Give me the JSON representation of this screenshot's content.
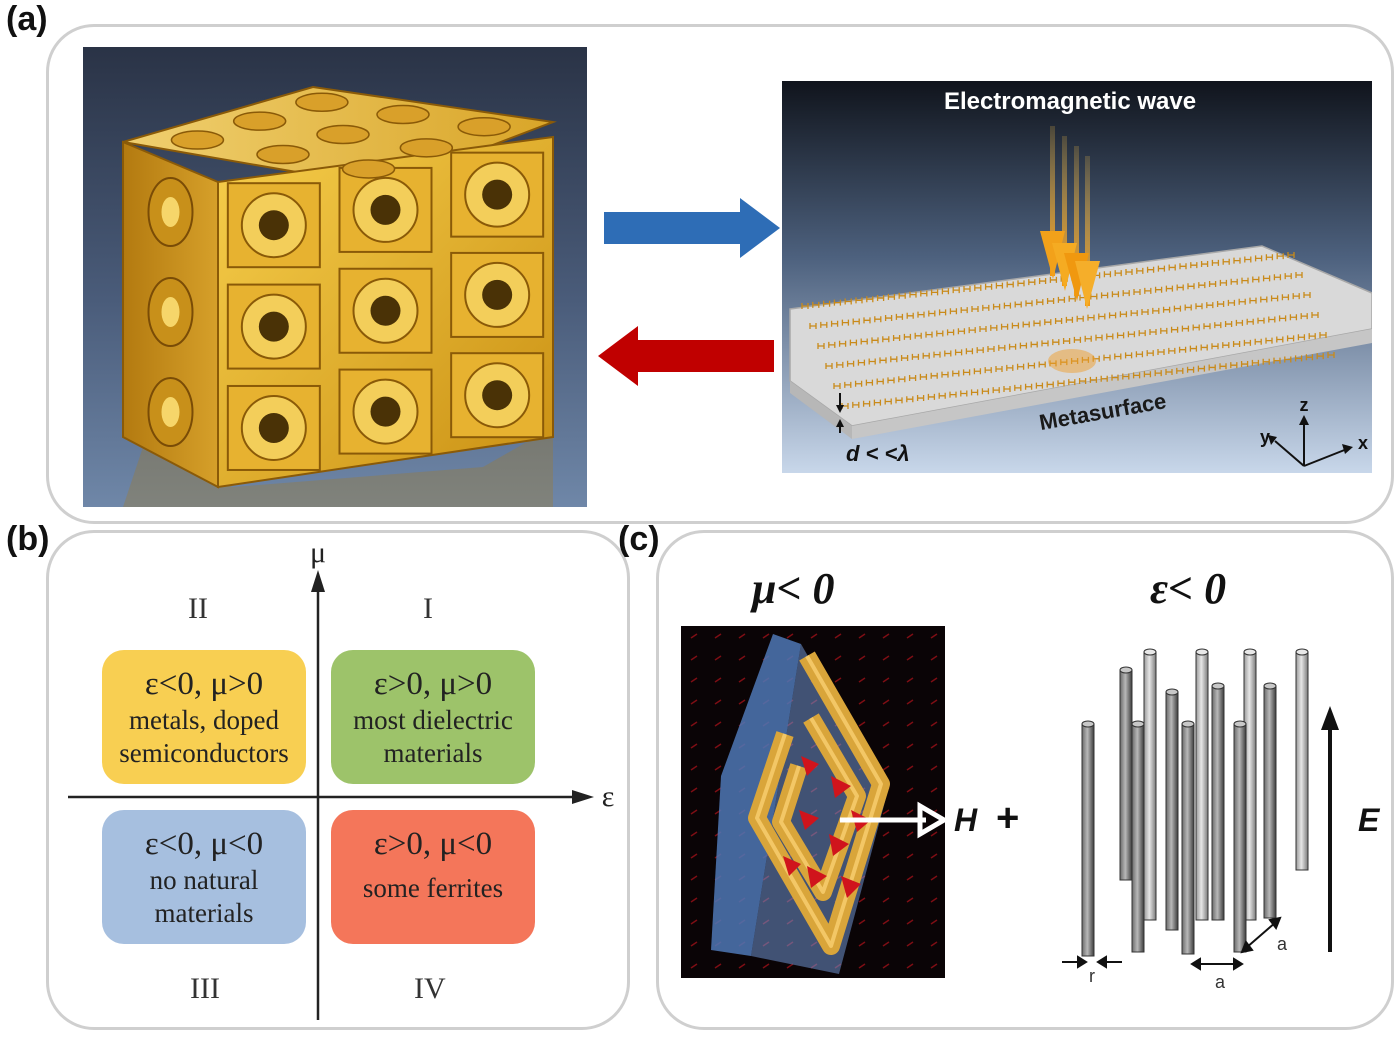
{
  "panel_a": {
    "label": "(a)",
    "wave_title": "Electromagnetic wave",
    "metasurface_label": "Metasurface",
    "thickness_label": "d < <λ",
    "axes": {
      "z": "z",
      "y": "y",
      "x": "x"
    },
    "colors": {
      "forward_arrow": "#2e6db6",
      "backward_arrow": "#c00000",
      "gold": "#e0a820"
    }
  },
  "panel_b": {
    "label": "(b)",
    "axis_mu": "μ",
    "axis_eps": "ε",
    "quadrants": [
      {
        "roman": "II",
        "relation": "ε<0, μ>0",
        "line1": "metals, doped",
        "line2": "semiconductors",
        "color": "#f8cf52"
      },
      {
        "roman": "I",
        "relation": "ε>0, μ>0",
        "line1": "most dielectric",
        "line2": "materials",
        "color": "#9dc36a"
      },
      {
        "roman": "III",
        "relation": "ε<0, μ<0",
        "line1": "no natural",
        "line2": "materials",
        "color": "#a6bfdf"
      },
      {
        "roman": "IV",
        "relation": "ε>0, μ<0",
        "line1": "some ferrites",
        "line2": "",
        "color": "#f4765a"
      }
    ]
  },
  "panel_c": {
    "label": "(c)",
    "mu_title": "μ< 0",
    "eps_title": "ε< 0",
    "h_label": "H",
    "plus": "+",
    "e_label": "E",
    "r_label": "r",
    "a_label_bottom": "a",
    "a_label_diag": "a"
  }
}
